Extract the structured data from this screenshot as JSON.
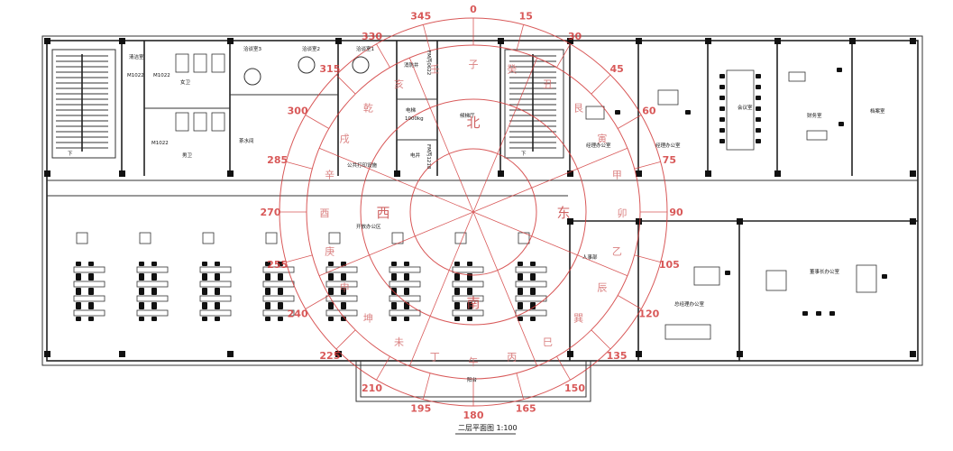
{
  "drawing": {
    "caption": "二层平面图 1:100"
  },
  "rooms": {
    "cleaning_room": "清洁室",
    "womens_wc": "女卫",
    "mens_wc": "男卫",
    "tea_room": "茶水间",
    "negotiation_3": "洽谈室3",
    "negotiation_2": "洽谈室2",
    "negotiation_1": "洽谈室1",
    "fire_shaft": "消防井",
    "elevator": "电梯",
    "elevator_capacity": "1000kg",
    "elec_shaft": "电井",
    "elevator_lobby": "候梯厅",
    "print_area": "公共打印设施",
    "open_office": "开放办公区",
    "manager_office_1": "经理办公室",
    "manager_office_2": "经理办公室",
    "meeting_room": "会议室",
    "finance_room": "财务室",
    "archive_room": "档案室",
    "hr_dept": "人事部",
    "gm_office": "总经理办公室",
    "chairman_office": "董事长办公室",
    "balcony": "阳台",
    "stair_down_left": "下",
    "stair_down_right": "下"
  },
  "door_tags": {
    "m1022_a": "M1022",
    "m1022_b": "M1022",
    "m1022_c": "M1022",
    "fm_top": "FM丙0622",
    "fm_bottom": "FM丙1218"
  },
  "compass": {
    "degrees": [
      "0",
      "15",
      "30",
      "45",
      "60",
      "75",
      "90",
      "105",
      "120",
      "135",
      "150",
      "165",
      "180",
      "195",
      "210",
      "225",
      "240",
      "255",
      "270",
      "285",
      "300",
      "315",
      "330",
      "345"
    ],
    "north": "北",
    "south": "南",
    "east": "东",
    "west": "西",
    "ring_chars": [
      "子",
      "癸",
      "丑",
      "艮",
      "寅",
      "甲",
      "卯",
      "乙",
      "辰",
      "巽",
      "巳",
      "丙",
      "午",
      "丁",
      "未",
      "坤",
      "申",
      "庚",
      "酉",
      "辛",
      "戌",
      "乾",
      "亥",
      "壬"
    ],
    "color": "#d23c3c"
  }
}
